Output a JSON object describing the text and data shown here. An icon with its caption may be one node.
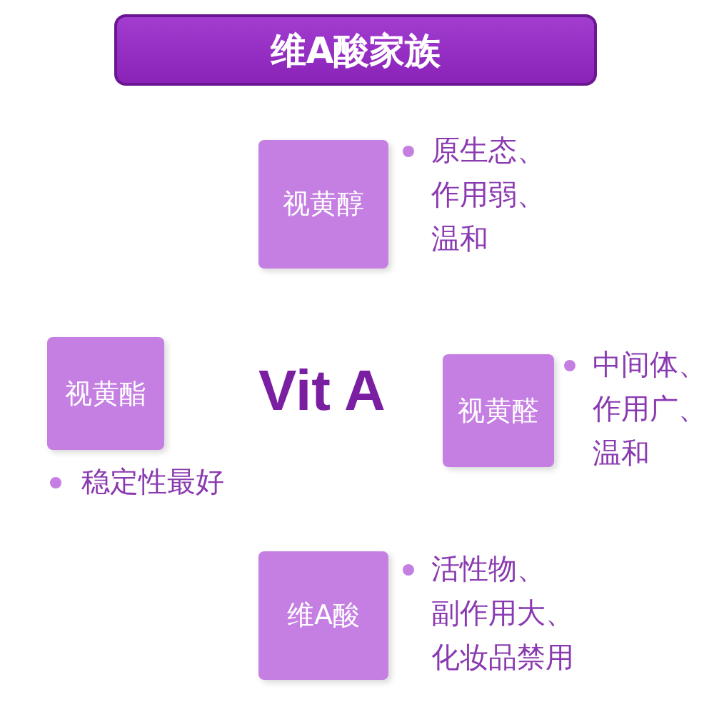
{
  "diagram": {
    "title": "维A酸家族",
    "nodes": [
      {
        "text": [
          "视黄醇"
        ],
        "beside": [
          "原生态、作用弱、温和"
        ]
      },
      {
        "text": [
          "视黄酯"
        ],
        "beside": [
          "稳定性最好"
        ]
      },
      {
        "text": [
          "视黄醛"
        ],
        "beside": [
          "中间体、作用广、温和"
        ]
      },
      {
        "text": [
          "维A酸"
        ],
        "beside": [
          "活性物、副作用大、化妆品禁用"
        ]
      }
    ],
    "labels": [
      "Vit A"
    ]
  }
}
